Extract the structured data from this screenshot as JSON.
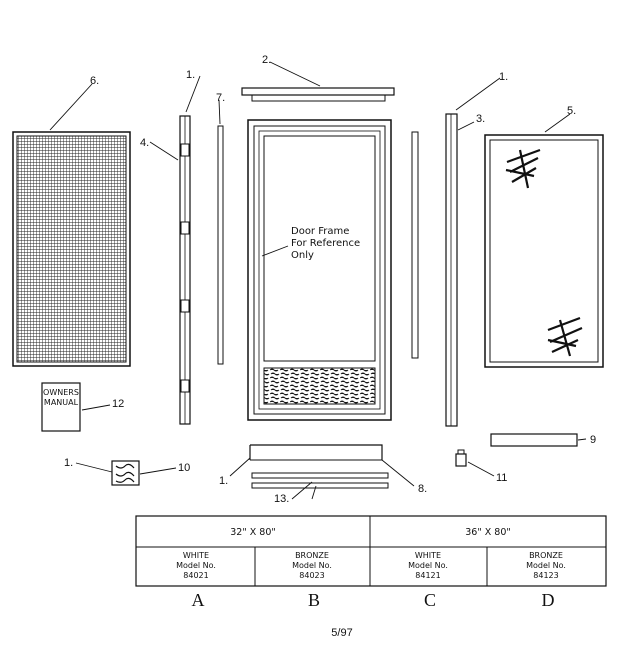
{
  "diagram": {
    "callouts": {
      "c1a": "1.",
      "c2": "2.",
      "c1b": "1.",
      "c6": "6.",
      "c7": "7.",
      "c4": "4.",
      "c3": "3.",
      "c5": "5.",
      "c12": "12",
      "c1c": "1.",
      "c10": "10",
      "c1d": "1.",
      "c8": "8.",
      "c13": "13.",
      "c9": "9",
      "c11": "11"
    },
    "frame_note": [
      "Door Frame",
      "For Reference",
      "Only"
    ],
    "manual_label": [
      "OWNERS",
      "MANUAL"
    ]
  },
  "table": {
    "sizes": [
      "32\" X 80\"",
      "36\" X 80\""
    ],
    "models": [
      {
        "color": "WHITE",
        "model_label": "Model No.",
        "number": "84021",
        "letter": "A"
      },
      {
        "color": "BRONZE",
        "model_label": "Model No.",
        "number": "84023",
        "letter": "B"
      },
      {
        "color": "WHITE",
        "model_label": "Model No.",
        "number": "84121",
        "letter": "C"
      },
      {
        "color": "BRONZE",
        "model_label": "Model No.",
        "number": "84123",
        "letter": "D"
      }
    ]
  },
  "footer": {
    "date": "5/97"
  }
}
